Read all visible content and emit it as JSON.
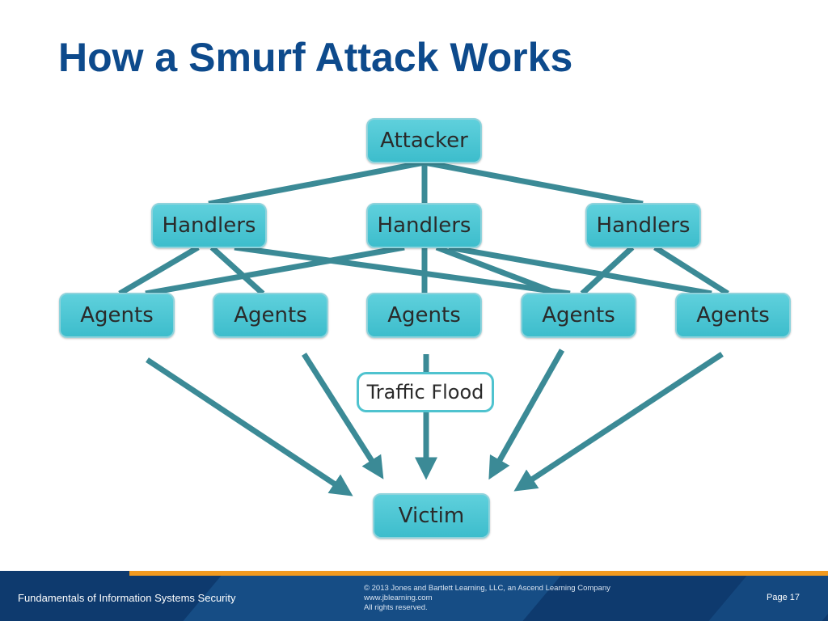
{
  "title": "How a Smurf Attack Works",
  "colors": {
    "title": "#0d4a8c",
    "node_fill": "#4cc5d2",
    "connector": "#3b8a96",
    "footer": "#0e3a6e",
    "footer_stripe": "#f29a1f"
  },
  "diagram": {
    "attacker": "Attacker",
    "handlers": [
      "Handlers",
      "Handlers",
      "Handlers"
    ],
    "agents": [
      "Agents",
      "Agents",
      "Agents",
      "Agents",
      "Agents"
    ],
    "traffic_label": "Traffic Flood",
    "victim": "Victim"
  },
  "footer": {
    "course": "Fundamentals of Information Systems Security",
    "copyright": "© 2013 Jones and Bartlett Learning, LLC, an Ascend Learning Company",
    "website": "www.jblearning.com",
    "rights": "All rights reserved.",
    "page": "Page 17"
  }
}
